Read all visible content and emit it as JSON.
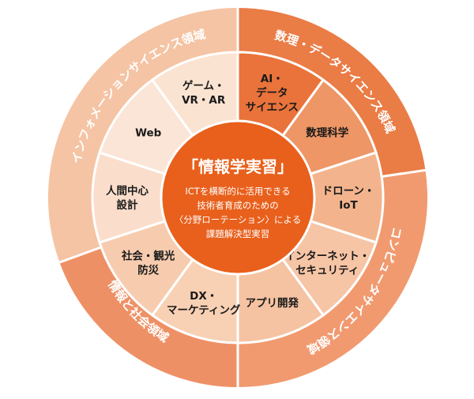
{
  "center": {
    "title": "「情報学実習」",
    "lines": [
      "ICTを横断的に活用できる",
      "技術者育成のための",
      "〈分野ローテーション〉による",
      "課題解決型実習"
    ]
  },
  "domains": [
    {
      "label": "インフォメーションサイエンス領域"
    },
    {
      "label": "数理・データサイエンス領域"
    },
    {
      "label": "コンピュータサイエンス領域"
    },
    {
      "label": "情報と社会領域"
    }
  ],
  "segments": [
    {
      "lines": [
        "AI・",
        "データ",
        "サイエンス"
      ],
      "color": "#e9733a"
    },
    {
      "lines": [
        "数理科学"
      ],
      "color": "#ee9666"
    },
    {
      "lines": [
        "ドローン・",
        "IoT"
      ],
      "color": "#f3b48d"
    },
    {
      "lines": [
        "インターネット・",
        "セキュリティ"
      ],
      "color": "#f6c5a5"
    },
    {
      "lines": [
        "アプリ開発"
      ],
      "color": "#f5c3a2"
    },
    {
      "lines": [
        "DX・",
        "マーケティング"
      ],
      "color": "#f8d0b4"
    },
    {
      "lines": [
        "社会・観光",
        "防災"
      ],
      "color": "#f7ccae"
    },
    {
      "lines": [
        "人間中心",
        "設計"
      ],
      "color": "#fadecb"
    },
    {
      "lines": [
        "Web"
      ],
      "color": "#fbe5d6"
    },
    {
      "lines": [
        "ゲーム・",
        "VR・AR"
      ],
      "color": "#fbe3d2"
    }
  ],
  "colors": {
    "outer_info": "#f5c4a4",
    "outer_math": "#ea7c45",
    "outer_cs": "#f19a70",
    "outer_society": "#ee9065",
    "center": "#e8601c",
    "separator": "#ffffff",
    "segment_text": "#1a1a1a",
    "ring_text": "#ffffff"
  }
}
